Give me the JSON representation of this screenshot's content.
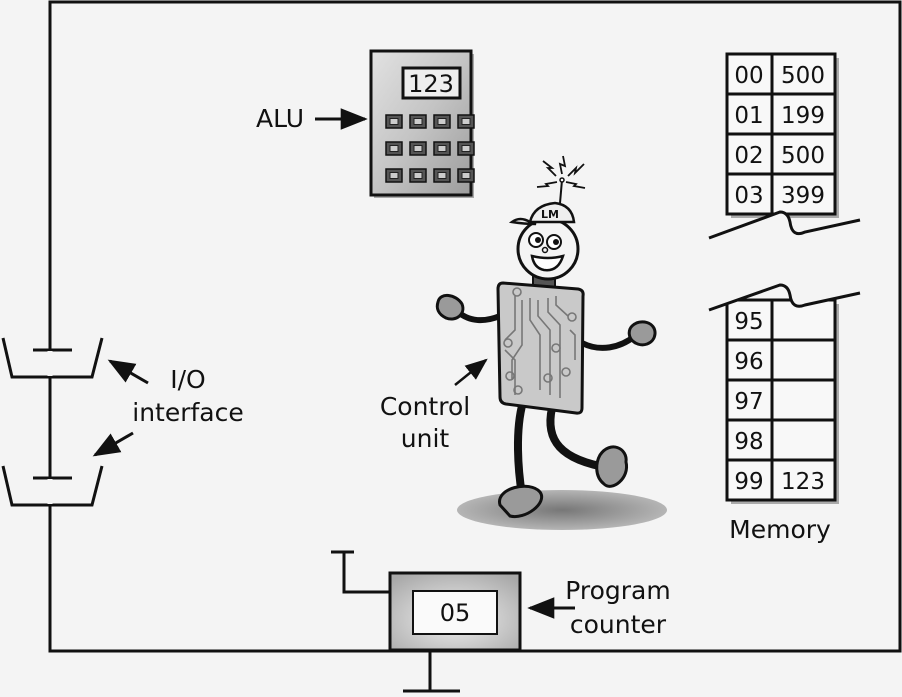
{
  "title": "Little Man Computer model",
  "labels": {
    "alu": "ALU",
    "io_line1": "I/O",
    "io_line2": "interface",
    "control_line1": "Control",
    "control_line2": "unit",
    "memory": "Memory",
    "pc_line1": "Program",
    "pc_line2": "counter",
    "cap_text": "LM"
  },
  "alu": {
    "display": "123",
    "button_rows": 3,
    "button_cols": 4
  },
  "program_counter": {
    "value": "05"
  },
  "memory": {
    "top_rows": [
      {
        "address": "00",
        "value": "500"
      },
      {
        "address": "01",
        "value": "199"
      },
      {
        "address": "02",
        "value": "500"
      },
      {
        "address": "03",
        "value": "399"
      }
    ],
    "bottom_rows": [
      {
        "address": "95",
        "value": ""
      },
      {
        "address": "96",
        "value": ""
      },
      {
        "address": "97",
        "value": ""
      },
      {
        "address": "98",
        "value": ""
      },
      {
        "address": "99",
        "value": "123"
      }
    ]
  },
  "colors": {
    "line": "#111111",
    "background": "#f4f4f4",
    "gray_fill": "#9a9a9a"
  }
}
